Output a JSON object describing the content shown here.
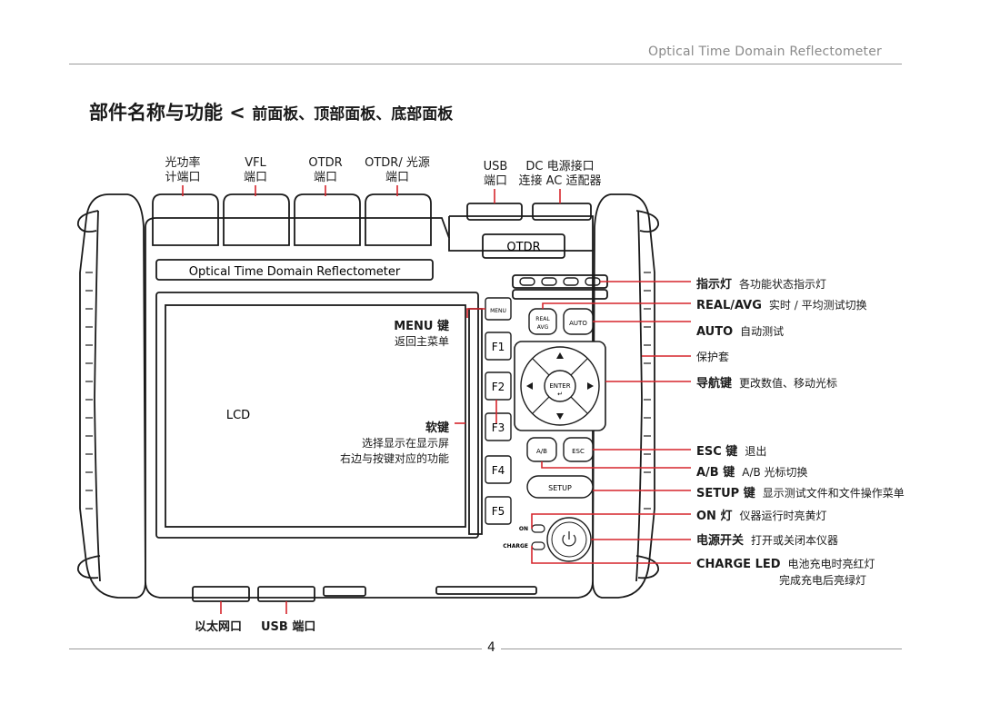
{
  "header": {
    "title": "Optical Time Domain Reflectometer"
  },
  "heading": {
    "main": "部件名称与功能",
    "sep": " < ",
    "sub": "前面板、顶部面板、底部面板"
  },
  "top_ports": [
    {
      "line1": "光功率",
      "line2": "计端口"
    },
    {
      "line1": "VFL",
      "line2": "端口"
    },
    {
      "line1": "OTDR",
      "line2": "端口"
    },
    {
      "line1": "OTDR/ 光源",
      "line2": "端口"
    },
    {
      "line1": "USB",
      "line2": "端口"
    },
    {
      "line1": "DC 电源接口",
      "line2": "连接 AC 适配器"
    }
  ],
  "device": {
    "badge": "OTDR",
    "strip": "Optical Time Domain Reflectometer",
    "screen": "LCD",
    "menu_key": "MENU",
    "real_avg_1": "REAL",
    "real_avg_2": "AVG",
    "auto_key": "AUTO",
    "enter_key": "ENTER",
    "f_keys": [
      "F1",
      "F2",
      "F3",
      "F4",
      "F5"
    ],
    "ab_key": "A/B",
    "esc_key": "ESC",
    "setup_key": "SETUP",
    "on_led": "ON",
    "charge_led": "CHARGE"
  },
  "inner_labels": {
    "menu": {
      "key": "MENU 键",
      "desc": "返回主菜单"
    },
    "soft": {
      "key": "软键",
      "desc1": "选择显示在显示屏",
      "desc2": "右边与按键对应的功能"
    }
  },
  "right_labels": [
    {
      "key": "指示灯",
      "desc": "各功能状态指示灯"
    },
    {
      "key": "REAL/AVG",
      "desc": "实时 / 平均测试切换"
    },
    {
      "key": "AUTO",
      "desc": "自动测试"
    },
    {
      "key": "",
      "desc": "保护套"
    },
    {
      "key": "导航键",
      "desc": "更改数值、移动光标"
    },
    {
      "key": "ESC 键",
      "desc": "退出"
    },
    {
      "key": "A/B 键",
      "desc": "A/B 光标切换"
    },
    {
      "key": "SETUP 键",
      "desc": "显示测试文件和文件操作菜单"
    },
    {
      "key": "ON 灯",
      "desc": "仪器运行时亮黄灯"
    },
    {
      "key": "电源开关",
      "desc": "打开或关闭本仪器"
    },
    {
      "key": "CHARGE LED",
      "desc": "电池充电时亮红灯",
      "desc2": "完成充电后亮绿灯"
    }
  ],
  "bottom_ports": [
    {
      "label": "以太网口"
    },
    {
      "label": "USB 端口"
    }
  ],
  "page_number": "4",
  "colors": {
    "callout": "#d6252c",
    "device_stroke": "#1a1a1a",
    "rule": "#9a9a9a"
  }
}
